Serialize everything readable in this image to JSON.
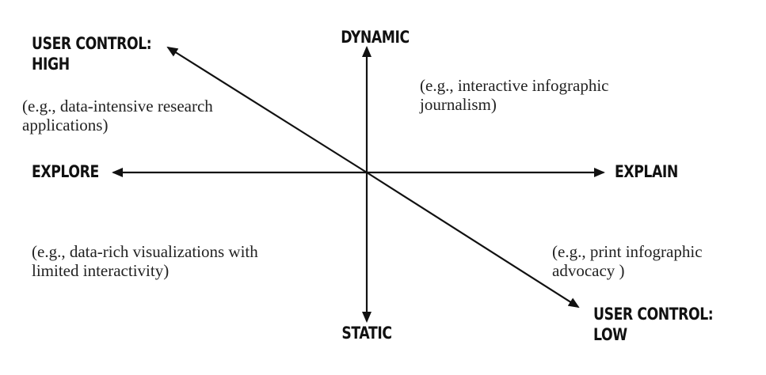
{
  "axes": {
    "dynamic": "DYNAMIC",
    "static": "STATIC",
    "explore": "EXPLORE",
    "explain": "EXPLAIN",
    "user_control_high": [
      "USER CONTROL:",
      "HIGH"
    ],
    "user_control_low": [
      "USER CONTROL:",
      "LOW"
    ]
  },
  "examples": {
    "top_left": [
      "(e.g., data-intensive research",
      "applications)"
    ],
    "top_right": [
      "(e.g., interactive infographic",
      "journalism)"
    ],
    "bottom_left": [
      "(e.g., data-rich visualizations with",
      "limited interactivity)"
    ],
    "bottom_right": [
      "(e.g., print infographic",
      "advocacy )"
    ]
  },
  "colors": {
    "ink": "#111111",
    "background": "#ffffff"
  }
}
